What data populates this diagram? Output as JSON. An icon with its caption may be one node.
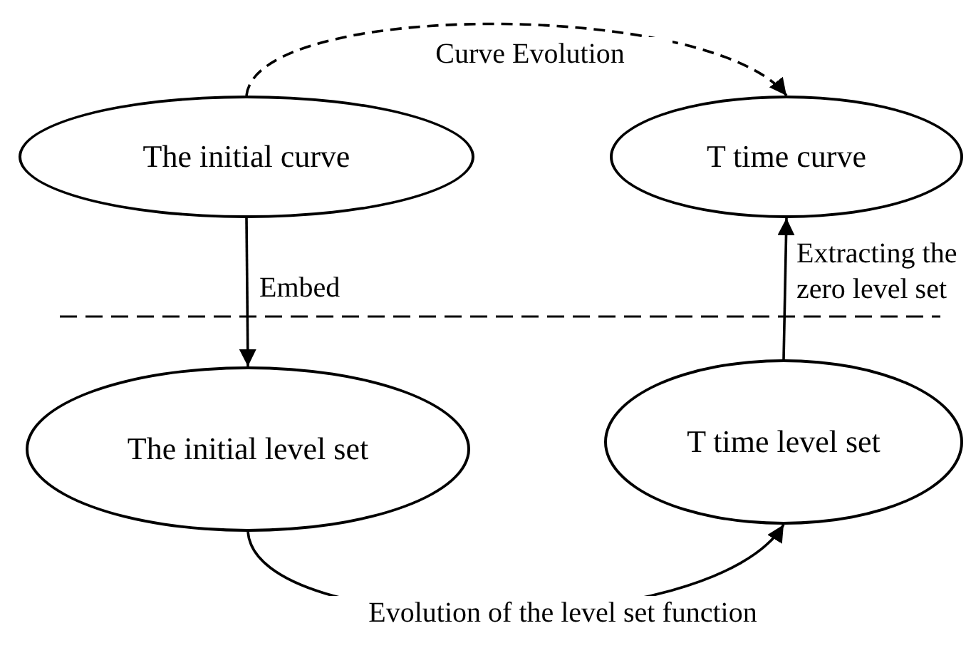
{
  "diagram": {
    "nodes": [
      {
        "text": [
          "The initial curve"
        ]
      },
      {
        "text": [
          "T time curve"
        ]
      },
      {
        "text": [
          "The initial level set"
        ]
      },
      {
        "text": [
          "T time level set"
        ]
      }
    ],
    "edges": [
      {
        "from": 0,
        "to": 1,
        "arrow": "to",
        "label": "Curve Evolution",
        "style": "dashed"
      },
      {
        "from": 0,
        "to": 2,
        "arrow": "to",
        "label": "Embed"
      },
      {
        "from": 3,
        "to": 1,
        "arrow": "to",
        "label": "Extracting the zero level set"
      },
      {
        "from": 2,
        "to": 3,
        "arrow": "to",
        "label": "Evolution of the level set function"
      }
    ]
  }
}
